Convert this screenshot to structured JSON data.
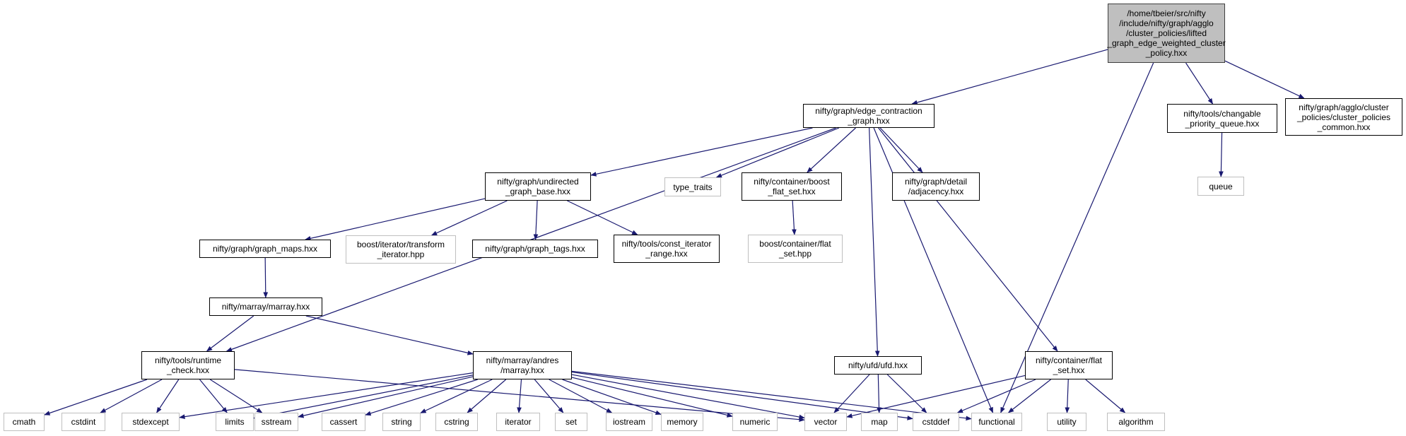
{
  "graph": {
    "edge_color": "#191970",
    "root_fill": "#bfbfbf",
    "system_border": "#bfbfbf",
    "nodes": [
      {
        "id": "root",
        "label": "/home/tbeier/src/nifty\n/include/nifty/graph/agglo\n/cluster_policies/lifted\n_graph_edge_weighted_cluster\n_policy.hxx",
        "kind": "root"
      },
      {
        "id": "ecg",
        "label": "nifty/graph/edge_contraction\n_graph.hxx",
        "kind": "file"
      },
      {
        "id": "cpq",
        "label": "nifty/tools/changable\n_priority_queue.hxx",
        "kind": "file"
      },
      {
        "id": "cpc",
        "label": "nifty/graph/agglo/cluster\n_policies/cluster_policies\n_common.hxx",
        "kind": "file"
      },
      {
        "id": "queue",
        "label": "queue",
        "kind": "sys"
      },
      {
        "id": "ugb",
        "label": "nifty/graph/undirected\n_graph_base.hxx",
        "kind": "file"
      },
      {
        "id": "tt",
        "label": "type_traits",
        "kind": "sys"
      },
      {
        "id": "bfs",
        "label": "nifty/container/boost\n_flat_set.hxx",
        "kind": "file"
      },
      {
        "id": "adj",
        "label": "nifty/graph/detail\n/adjacency.hxx",
        "kind": "file"
      },
      {
        "id": "gm",
        "label": "nifty/graph/graph_maps.hxx",
        "kind": "file"
      },
      {
        "id": "bit",
        "label": "boost/iterator/transform\n_iterator.hpp",
        "kind": "sys"
      },
      {
        "id": "gt",
        "label": "nifty/graph/graph_tags.hxx",
        "kind": "file"
      },
      {
        "id": "cir",
        "label": "nifty/tools/const_iterator\n_range.hxx",
        "kind": "file"
      },
      {
        "id": "bcf",
        "label": "boost/container/flat\n_set.hpp",
        "kind": "sys"
      },
      {
        "id": "mm",
        "label": "nifty/marray/marray.hxx",
        "kind": "file"
      },
      {
        "id": "rc",
        "label": "nifty/tools/runtime\n_check.hxx",
        "kind": "file"
      },
      {
        "id": "am",
        "label": "nifty/marray/andres\n/marray.hxx",
        "kind": "file"
      },
      {
        "id": "ufd",
        "label": "nifty/ufd/ufd.hxx",
        "kind": "file"
      },
      {
        "id": "cfs",
        "label": "nifty/container/flat\n_set.hxx",
        "kind": "file"
      },
      {
        "id": "cmath",
        "label": "cmath",
        "kind": "sys"
      },
      {
        "id": "cstdint",
        "label": "cstdint",
        "kind": "sys"
      },
      {
        "id": "stdexcept",
        "label": "stdexcept",
        "kind": "sys"
      },
      {
        "id": "limits",
        "label": "limits",
        "kind": "sys"
      },
      {
        "id": "sstream",
        "label": "sstream",
        "kind": "sys"
      },
      {
        "id": "cassert",
        "label": "cassert",
        "kind": "sys"
      },
      {
        "id": "string",
        "label": "string",
        "kind": "sys"
      },
      {
        "id": "cstring",
        "label": "cstring",
        "kind": "sys"
      },
      {
        "id": "iterator",
        "label": "iterator",
        "kind": "sys"
      },
      {
        "id": "set",
        "label": "set",
        "kind": "sys"
      },
      {
        "id": "iostream",
        "label": "iostream",
        "kind": "sys"
      },
      {
        "id": "memory",
        "label": "memory",
        "kind": "sys"
      },
      {
        "id": "numeric",
        "label": "numeric",
        "kind": "sys"
      },
      {
        "id": "vector",
        "label": "vector",
        "kind": "sys"
      },
      {
        "id": "map",
        "label": "map",
        "kind": "sys"
      },
      {
        "id": "cstddef",
        "label": "cstddef",
        "kind": "sys"
      },
      {
        "id": "functional",
        "label": "functional",
        "kind": "sys"
      },
      {
        "id": "utility",
        "label": "utility",
        "kind": "sys"
      },
      {
        "id": "algorithm",
        "label": "algorithm",
        "kind": "sys"
      }
    ],
    "edges": [
      [
        "root",
        "ecg"
      ],
      [
        "root",
        "functional"
      ],
      [
        "root",
        "cpq"
      ],
      [
        "root",
        "cpc"
      ],
      [
        "cpq",
        "queue"
      ],
      [
        "ecg",
        "rc"
      ],
      [
        "ecg",
        "ugb"
      ],
      [
        "ecg",
        "tt"
      ],
      [
        "ecg",
        "bfs"
      ],
      [
        "ecg",
        "adj"
      ],
      [
        "ecg",
        "ufd"
      ],
      [
        "ecg",
        "functional"
      ],
      [
        "ecg",
        "cfs"
      ],
      [
        "ugb",
        "gm"
      ],
      [
        "ugb",
        "bit"
      ],
      [
        "ugb",
        "gt"
      ],
      [
        "ugb",
        "cir"
      ],
      [
        "bfs",
        "bcf"
      ],
      [
        "gm",
        "mm"
      ],
      [
        "mm",
        "rc"
      ],
      [
        "mm",
        "am"
      ],
      [
        "rc",
        "cmath"
      ],
      [
        "rc",
        "cstdint"
      ],
      [
        "rc",
        "stdexcept"
      ],
      [
        "rc",
        "limits"
      ],
      [
        "rc",
        "sstream"
      ],
      [
        "rc",
        "vector"
      ],
      [
        "am",
        "stdexcept"
      ],
      [
        "am",
        "limits"
      ],
      [
        "am",
        "sstream"
      ],
      [
        "am",
        "cassert"
      ],
      [
        "am",
        "string"
      ],
      [
        "am",
        "cstring"
      ],
      [
        "am",
        "iterator"
      ],
      [
        "am",
        "set"
      ],
      [
        "am",
        "iostream"
      ],
      [
        "am",
        "memory"
      ],
      [
        "am",
        "numeric"
      ],
      [
        "am",
        "vector"
      ],
      [
        "am",
        "cstddef"
      ],
      [
        "am",
        "functional"
      ],
      [
        "ufd",
        "vector"
      ],
      [
        "ufd",
        "map"
      ],
      [
        "ufd",
        "cstddef"
      ],
      [
        "cfs",
        "vector"
      ],
      [
        "cfs",
        "cstddef"
      ],
      [
        "cfs",
        "functional"
      ],
      [
        "cfs",
        "utility"
      ],
      [
        "cfs",
        "algorithm"
      ]
    ]
  }
}
